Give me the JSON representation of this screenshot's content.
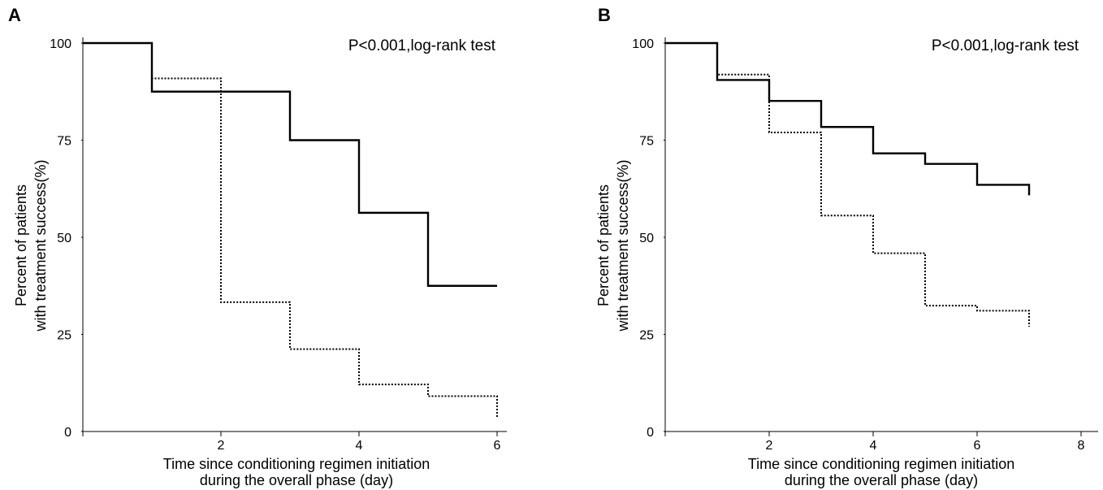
{
  "chart_data": [
    {
      "type": "line",
      "panel_label": "A",
      "annotation": "P<0.001,log-rank test",
      "xlabel": [
        "Time since conditioning regimen initiation",
        "during the overall phase (day)"
      ],
      "ylabel": [
        "Percent of patients",
        "with treatment success(%)"
      ],
      "xlim": [
        0,
        6.2
      ],
      "ylim": [
        0,
        100
      ],
      "xticks": [
        2,
        4,
        6
      ],
      "yticks": [
        0,
        25,
        50,
        75,
        100
      ],
      "grid": false,
      "legend": "none",
      "series": [
        {
          "style": "solid",
          "step": true,
          "points": [
            [
              0,
              100
            ],
            [
              1,
              87.5
            ],
            [
              3,
              75
            ],
            [
              4,
              56.3
            ],
            [
              5,
              37.5
            ],
            [
              6,
              37.5
            ]
          ]
        },
        {
          "style": "dotted",
          "step": true,
          "points": [
            [
              0,
              100
            ],
            [
              1,
              90.9
            ],
            [
              2,
              33.3
            ],
            [
              3,
              21.2
            ],
            [
              4,
              12.1
            ],
            [
              5,
              9.1
            ],
            [
              6,
              3.5
            ]
          ]
        }
      ]
    },
    {
      "type": "line",
      "panel_label": "B",
      "annotation": "P<0.001,log-rank test",
      "xlabel": [
        "Time since conditioning regimen initiation",
        "during the overall phase (day)"
      ],
      "ylabel": [
        "Percent of patients",
        "with treatment success(%)"
      ],
      "xlim": [
        0,
        8.4
      ],
      "ylim": [
        0,
        100
      ],
      "xticks": [
        2,
        4,
        6,
        8
      ],
      "yticks": [
        0,
        25,
        50,
        75,
        100
      ],
      "grid": false,
      "legend": "none",
      "series": [
        {
          "style": "solid",
          "step": true,
          "points": [
            [
              0,
              100
            ],
            [
              1,
              90.5
            ],
            [
              2,
              85.1
            ],
            [
              3,
              78.4
            ],
            [
              4,
              71.6
            ],
            [
              5,
              68.9
            ],
            [
              6,
              63.5
            ],
            [
              7,
              60.8
            ]
          ]
        },
        {
          "style": "dotted",
          "step": true,
          "points": [
            [
              0,
              100
            ],
            [
              1,
              91.9
            ],
            [
              2,
              77
            ],
            [
              3,
              55.6
            ],
            [
              4,
              45.9
            ],
            [
              5,
              32.4
            ],
            [
              6,
              31.1
            ],
            [
              7,
              27
            ]
          ]
        }
      ]
    }
  ]
}
